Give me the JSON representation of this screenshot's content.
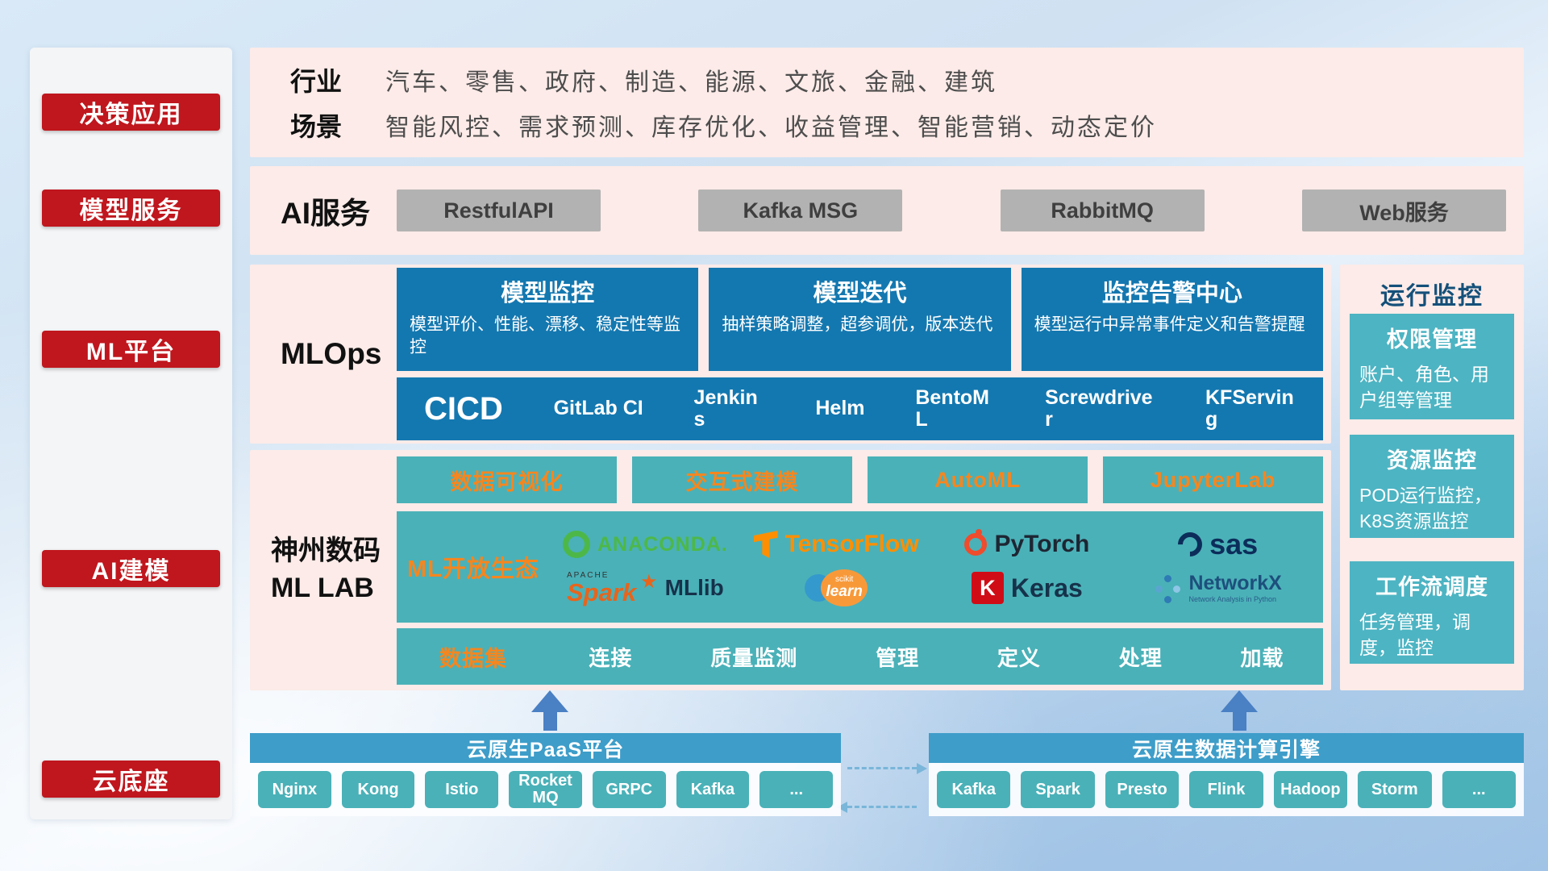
{
  "colors": {
    "red": "#c0161d",
    "blue": "#1478b0",
    "teal": "#4ab1b8",
    "teal_light": "#4db4c3",
    "orange": "#f5861f",
    "pink": "#fcebe8",
    "gray_button": "#b2b2b2",
    "bar_blue": "#3e9dc9",
    "arrow_blue": "#4a80c4"
  },
  "sidebar": {
    "items": [
      {
        "label": "决策应用"
      },
      {
        "label": "模型服务"
      },
      {
        "label": "ML平台"
      },
      {
        "label": "AI建模"
      },
      {
        "label": "云底座"
      }
    ]
  },
  "industry": {
    "rows": [
      {
        "label": "行业",
        "text": "汽车、零售、政府、制造、能源、文旅、金融、建筑"
      },
      {
        "label": "场景",
        "text": "智能风控、需求预测、库存优化、收益管理、智能营销、动态定价"
      }
    ]
  },
  "ai_service": {
    "label": "AI服务",
    "items": [
      {
        "label": "RestfulAPI"
      },
      {
        "label": "Kafka MSG"
      },
      {
        "label": "RabbitMQ"
      },
      {
        "label": "Web服务"
      }
    ]
  },
  "mlops": {
    "label": "MLOps",
    "cards": [
      {
        "title": "模型监控",
        "desc": "模型评价、性能、漂移、稳定性等监控"
      },
      {
        "title": "模型迭代",
        "desc": "抽样策略调整，超参调优，版本迭代"
      },
      {
        "title": "监控告警中心",
        "desc": "模型运行中异常事件定义和告警提醒"
      }
    ],
    "cicd_label": "CICD",
    "tools": [
      {
        "label": "GitLab CI"
      },
      {
        "label": "Jenkins"
      },
      {
        "label": "Helm"
      },
      {
        "label": "BentoML"
      },
      {
        "label": "Screwdriver"
      },
      {
        "label": "KFServing"
      }
    ]
  },
  "mllab": {
    "title_line1": "神州数码",
    "title_line2": "ML LAB",
    "tools": [
      {
        "label": "数据可视化"
      },
      {
        "label": "交互式建模"
      },
      {
        "label": "AutoML"
      },
      {
        "label": "JupyterLab"
      }
    ],
    "eco_label": "ML开放生态",
    "logos": {
      "anaconda": "ANACONDA.",
      "tensorflow": "TensorFlow",
      "pytorch": "PyTorch",
      "sas": "sas",
      "spark_sup": "APACHE",
      "spark": "Spark",
      "mllib": "MLlib",
      "scikit_sup": "scikit",
      "scikit": "learn",
      "keras_badge": "K",
      "keras": "Keras",
      "networkx": "NetworkX",
      "networkx_sub": "Network Analysis in Python"
    },
    "dataset_label": "数据集",
    "dataset_items": [
      {
        "label": "连接"
      },
      {
        "label": "质量监测"
      },
      {
        "label": "管理"
      },
      {
        "label": "定义"
      },
      {
        "label": "处理"
      },
      {
        "label": "加载"
      }
    ]
  },
  "monitor": {
    "title": "运行监控",
    "cards": [
      {
        "title": "权限管理",
        "desc": "账户、角色、用户组等管理"
      },
      {
        "title": "资源监控",
        "desc": "POD运行监控，K8S资源监控"
      },
      {
        "title": "工作流调度",
        "desc": "任务管理，调度，监控"
      }
    ]
  },
  "cloud": {
    "paas": {
      "title": "云原生PaaS平台",
      "items": [
        {
          "label": "Nginx"
        },
        {
          "label": "Kong"
        },
        {
          "label": "Istio"
        },
        {
          "label": "RocketMQ"
        },
        {
          "label": "GRPC"
        },
        {
          "label": "Kafka"
        },
        {
          "label": "..."
        }
      ]
    },
    "engine": {
      "title": "云原生数据计算引擎",
      "items": [
        {
          "label": "Kafka"
        },
        {
          "label": "Spark"
        },
        {
          "label": "Presto"
        },
        {
          "label": "Flink"
        },
        {
          "label": "Hadoop"
        },
        {
          "label": "Storm"
        },
        {
          "label": "..."
        }
      ]
    }
  }
}
